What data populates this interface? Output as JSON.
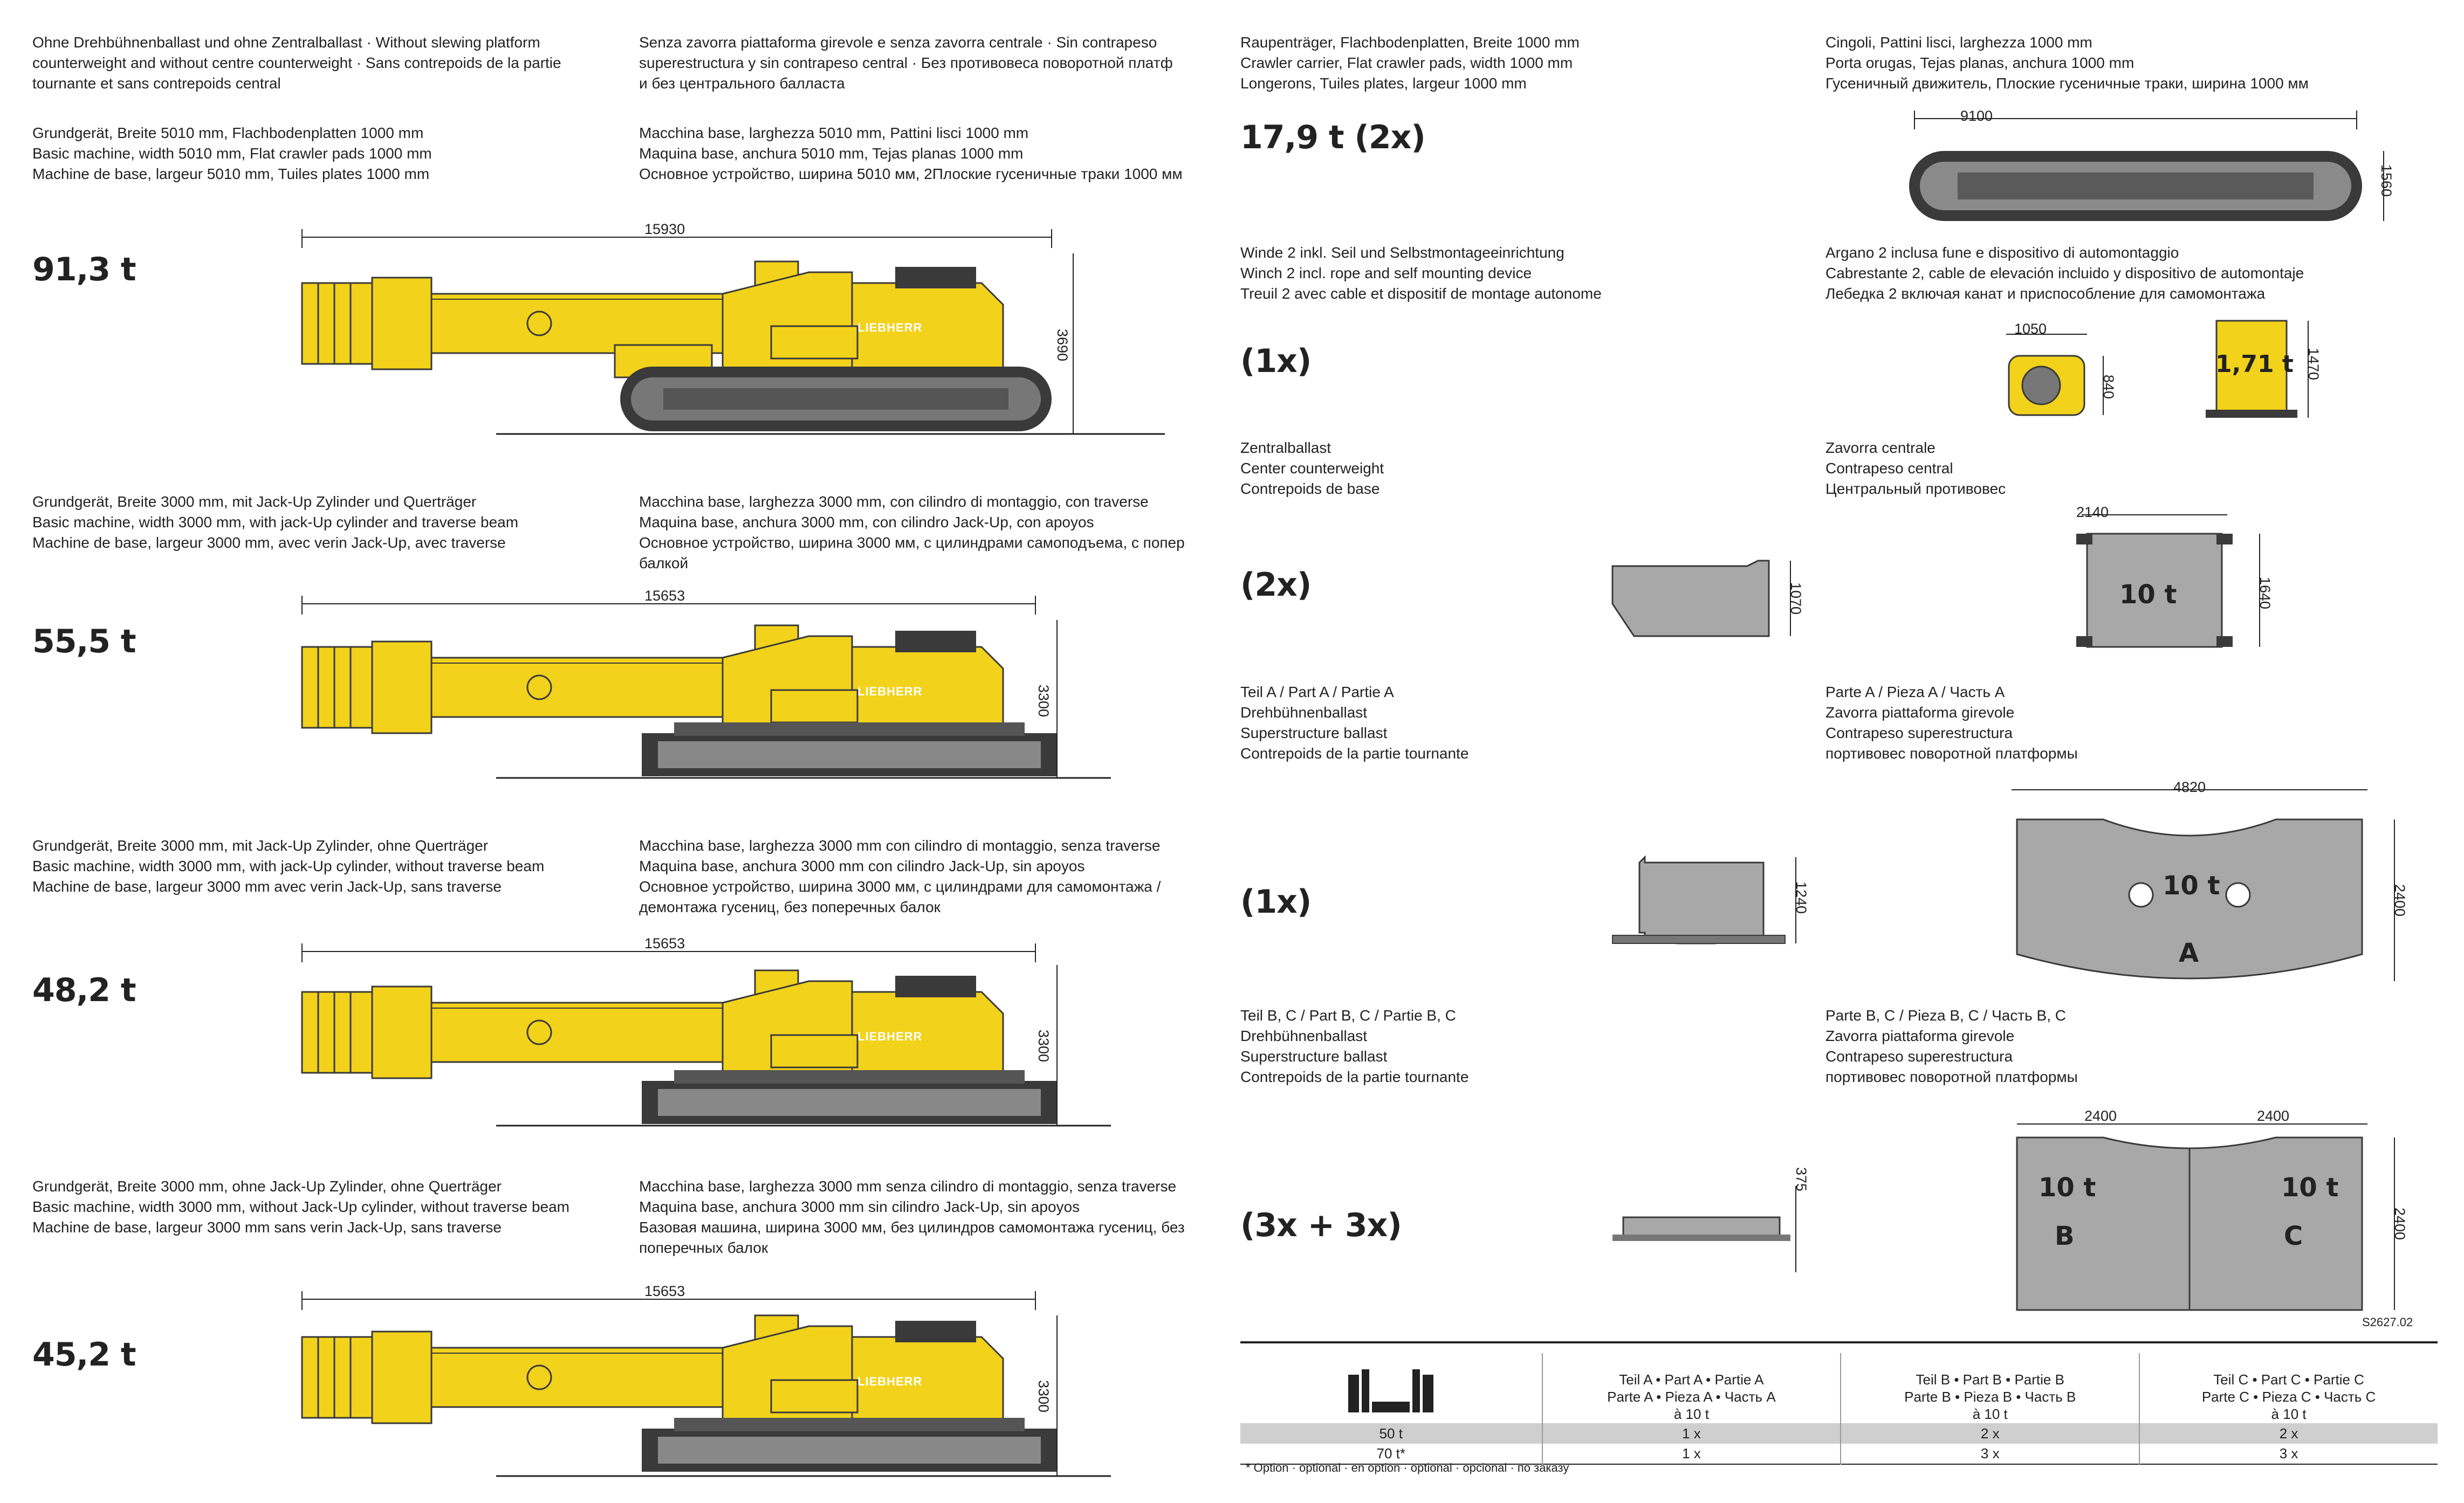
{
  "left": {
    "sections": [
      {
        "de": [
          "Ohne Drehbühnenballast und ohne Zentralballast · Without slewing platform",
          "counterweight and without centre counterweight · Sans contrepoids de la partie",
          "tournante et sans contrepoids central"
        ],
        "it": [
          "Senza zavorra piattaforma girevole e senza zavorra centrale · Sin contrapeso",
          "superestructura y sin contrapeso central · Без противовеса поворотной платф",
          "и без центрального балласта"
        ],
        "de2": [
          "Grundgerät, Breite 5010 mm, Flachbodenplatten 1000 mm",
          "Basic machine, width 5010 mm, Flat crawler pads 1000 mm",
          "Machine de base, largeur 5010 mm, Tuiles plates 1000 mm"
        ],
        "it2": [
          "Macchina base, larghezza 5010 mm, Pattini lisci 1000 mm",
          "Maquina base, anchura 5010 mm, Tejas planas 1000 mm",
          "Основное устройство, ширина 5010 мм, 2Плоские гусеничные траки 1000 мм"
        ],
        "weight": "91,3 t",
        "length": "15930",
        "height": "3690"
      },
      {
        "de": [
          "Grundgerät, Breite 3000 mm, mit Jack-Up Zylinder und Querträger",
          "Basic machine, width 3000 mm, with jack-Up cylinder and traverse beam",
          "Machine de base, largeur 3000 mm, avec verin Jack-Up, avec traverse"
        ],
        "it": [
          "Macchina base, larghezza 3000 mm, con cilindro di montaggio, con traverse",
          "Maquina base, anchura 3000 mm, con cilindro Jack-Up, con apoyos",
          "Основное устройство, ширина 3000 мм, с цилиндрами самоподъема, с попер",
          "балкой"
        ],
        "weight": "55,5 t",
        "length": "15653",
        "height": "3300"
      },
      {
        "de": [
          "Grundgerät, Breite 3000 mm, mit Jack-Up Zylinder, ohne Querträger",
          "Basic machine, width 3000 mm, with jack-Up cylinder, without traverse beam",
          "Machine de base, largeur 3000 mm avec verin Jack-Up, sans traverse"
        ],
        "it": [
          "Macchina base, larghezza 3000 mm con cilindro di montaggio, senza traverse",
          "Maquina base, anchura 3000 mm con cilindro Jack-Up, sin apoyos",
          "Основное устройство, ширина 3000 мм, с цилиндрами для самомонтажа /",
          "демонтажа гусениц, без поперечных балок"
        ],
        "weight": "48,2 t",
        "length": "15653",
        "height": "3300"
      },
      {
        "de": [
          "Grundgerät, Breite 3000 mm, ohne Jack-Up Zylinder, ohne Querträger",
          "Basic machine, width 3000 mm, without Jack-Up cylinder, without traverse beam",
          "Machine de base, largeur 3000 mm sans verin Jack-Up, sans traverse"
        ],
        "it": [
          "Macchina base, larghezza 3000 mm senza cilindro di montaggio, senza traverse",
          "Maquina base, anchura 3000 mm sin cilindro Jack-Up, sin apoyos",
          "Базовая машина, ширина 3000 мм, без цилиндров самомонтажа гусениц, без",
          "поперечных балок"
        ],
        "weight": "45,2 t",
        "length": "15653",
        "height": "3300"
      }
    ],
    "brand": "LIEBHERR"
  },
  "right": {
    "crawler": {
      "de": [
        "Raupenträger, Flachbodenplatten, Breite 1000 mm",
        "Crawler carrier, Flat crawler pads, width 1000 mm",
        "Longerons, Tuiles plates, largeur 1000 mm"
      ],
      "it": [
        "Cingoli, Pattini lisci, larghezza 1000 mm",
        "Porta orugas, Tejas planas, anchura 1000 mm",
        "Гусеничный движитель, Плоские гусеничные траки, ширина 1000 мм"
      ],
      "qty": "17,9 t (2x)",
      "length": "9100",
      "height": "1560"
    },
    "winch": {
      "de": [
        "Winde 2 inkl. Seil und Selbstmontageeinrichtung",
        "Winch 2 incl. rope and self mounting device",
        "Treuil 2 avec cable et dispositif de montage autonome"
      ],
      "it": [
        "Argano 2 inclusa fune e dispositivo di automontaggio",
        "Cabrestante 2, cable de elevación incluido y dispositivo de automontaje",
        "Лебедка 2 включая канат и приспособление для самомонтажа"
      ],
      "qty": "(1x)",
      "w": "1050",
      "h1": "840",
      "h2": "1470",
      "weight": "1,71 t"
    },
    "central": {
      "de": [
        "Zentralballast",
        "Center counterweight",
        "Contrepoids de base"
      ],
      "it": [
        "Zavorra centrale",
        "Contrapeso central",
        "Центральный противовес"
      ],
      "qty": "(2x)",
      "h_side": "1070",
      "w": "2140",
      "h": "1640",
      "weight": "10 t"
    },
    "partA": {
      "de": [
        "Teil A / Part A / Partie A",
        "Drehbühnenballast",
        "Superstructure ballast",
        "Contrepoids de la partie tournante"
      ],
      "it": [
        "Parte A / Pieza A / Часть A",
        "Zavorra piattaforma girevole",
        "Contrapeso superestructura",
        "портивовес поворотной платформы"
      ],
      "qty": "(1x)",
      "h_side": "1240",
      "w": "4820",
      "h": "2400",
      "weight": "10 t",
      "letter": "A"
    },
    "partBC": {
      "de": [
        "Teil B, C / Part B, C / Partie B, C",
        "Drehbühnenballast",
        "Superstructure ballast",
        "Contrepoids de la partie tournante"
      ],
      "it": [
        "Parte B, C / Pieza B, C / Часть B, C",
        "Zavorra piattaforma girevole",
        "Contrapeso superestructura",
        "портивовес поворотной платформы"
      ],
      "qty": "(3x + 3x)",
      "h_side": "375",
      "w1": "2400",
      "w2": "2400",
      "h": "2400",
      "weightB": "10 t",
      "weightC": "10 t",
      "letterB": "B",
      "letterC": "C"
    },
    "docref": "S2627.02",
    "table": {
      "headers": [
        [
          "Teil A • Part A • Partie A",
          "Parte A • Pieza A • Часть A",
          "à 10 t"
        ],
        [
          "Teil B • Part B • Partie B",
          "Parte B • Pieza B • Часть B",
          "à 10 t"
        ],
        [
          "Teil C • Part C • Partie C",
          "Parte C • Pieza C • Часть C",
          "à 10 t"
        ]
      ],
      "rows": [
        {
          "label": "50 t",
          "a": "1 x",
          "b": "2 x",
          "c": "2 x"
        },
        {
          "label": "70 t*",
          "a": "1 x",
          "b": "3 x",
          "c": "3 x"
        }
      ],
      "footnote": "* Option · optional · en option · optional · opcional · по заказу"
    }
  },
  "colors": {
    "yellow": "#f2d21b",
    "dark": "#3a3a3a",
    "grey": "#9c9c9c",
    "tablegrey": "#cfcfcf"
  }
}
